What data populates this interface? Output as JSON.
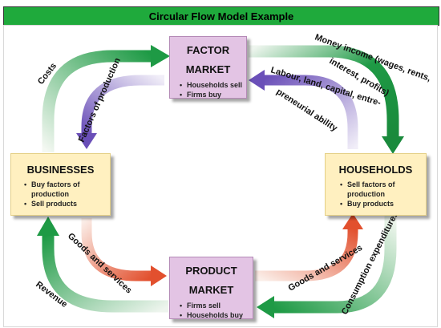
{
  "title": "Circular Flow Model Example",
  "factor_market": {
    "line1": "FACTOR",
    "line2": "MARKET",
    "items": [
      "Households sell",
      "Firms buy"
    ]
  },
  "product_market": {
    "line1": "PRODUCT",
    "line2": "MARKET",
    "items": [
      "Firms sell",
      "Households buy"
    ]
  },
  "businesses": {
    "heading": "BUSINESSES",
    "items": [
      "Buy factors of production",
      "Sell products"
    ]
  },
  "households": {
    "heading": "HOUSEHOLDS",
    "items": [
      "Sell factors of production",
      "Buy products"
    ]
  },
  "flows": {
    "costs": "Costs",
    "factors_of_production": "Factors of production",
    "money_income_1": "Money income (wages, rents,",
    "money_income_2": "interest, profits)",
    "labour_1": "Labour, land, capital, entre-",
    "labour_2": "preneurial ability",
    "goods_left": "Goods and services",
    "goods_right": "Goods and services",
    "revenue": "Revenue",
    "consumption": "Consumption expenditures"
  },
  "colors": {
    "title_bar": "#1faa3c",
    "money_flow": "#1e9a45",
    "factor_flow": "#6a4fb8",
    "goods_flow": "#e2502e",
    "market_box": "#e3c4e4",
    "agent_box": "#fff0c0"
  }
}
